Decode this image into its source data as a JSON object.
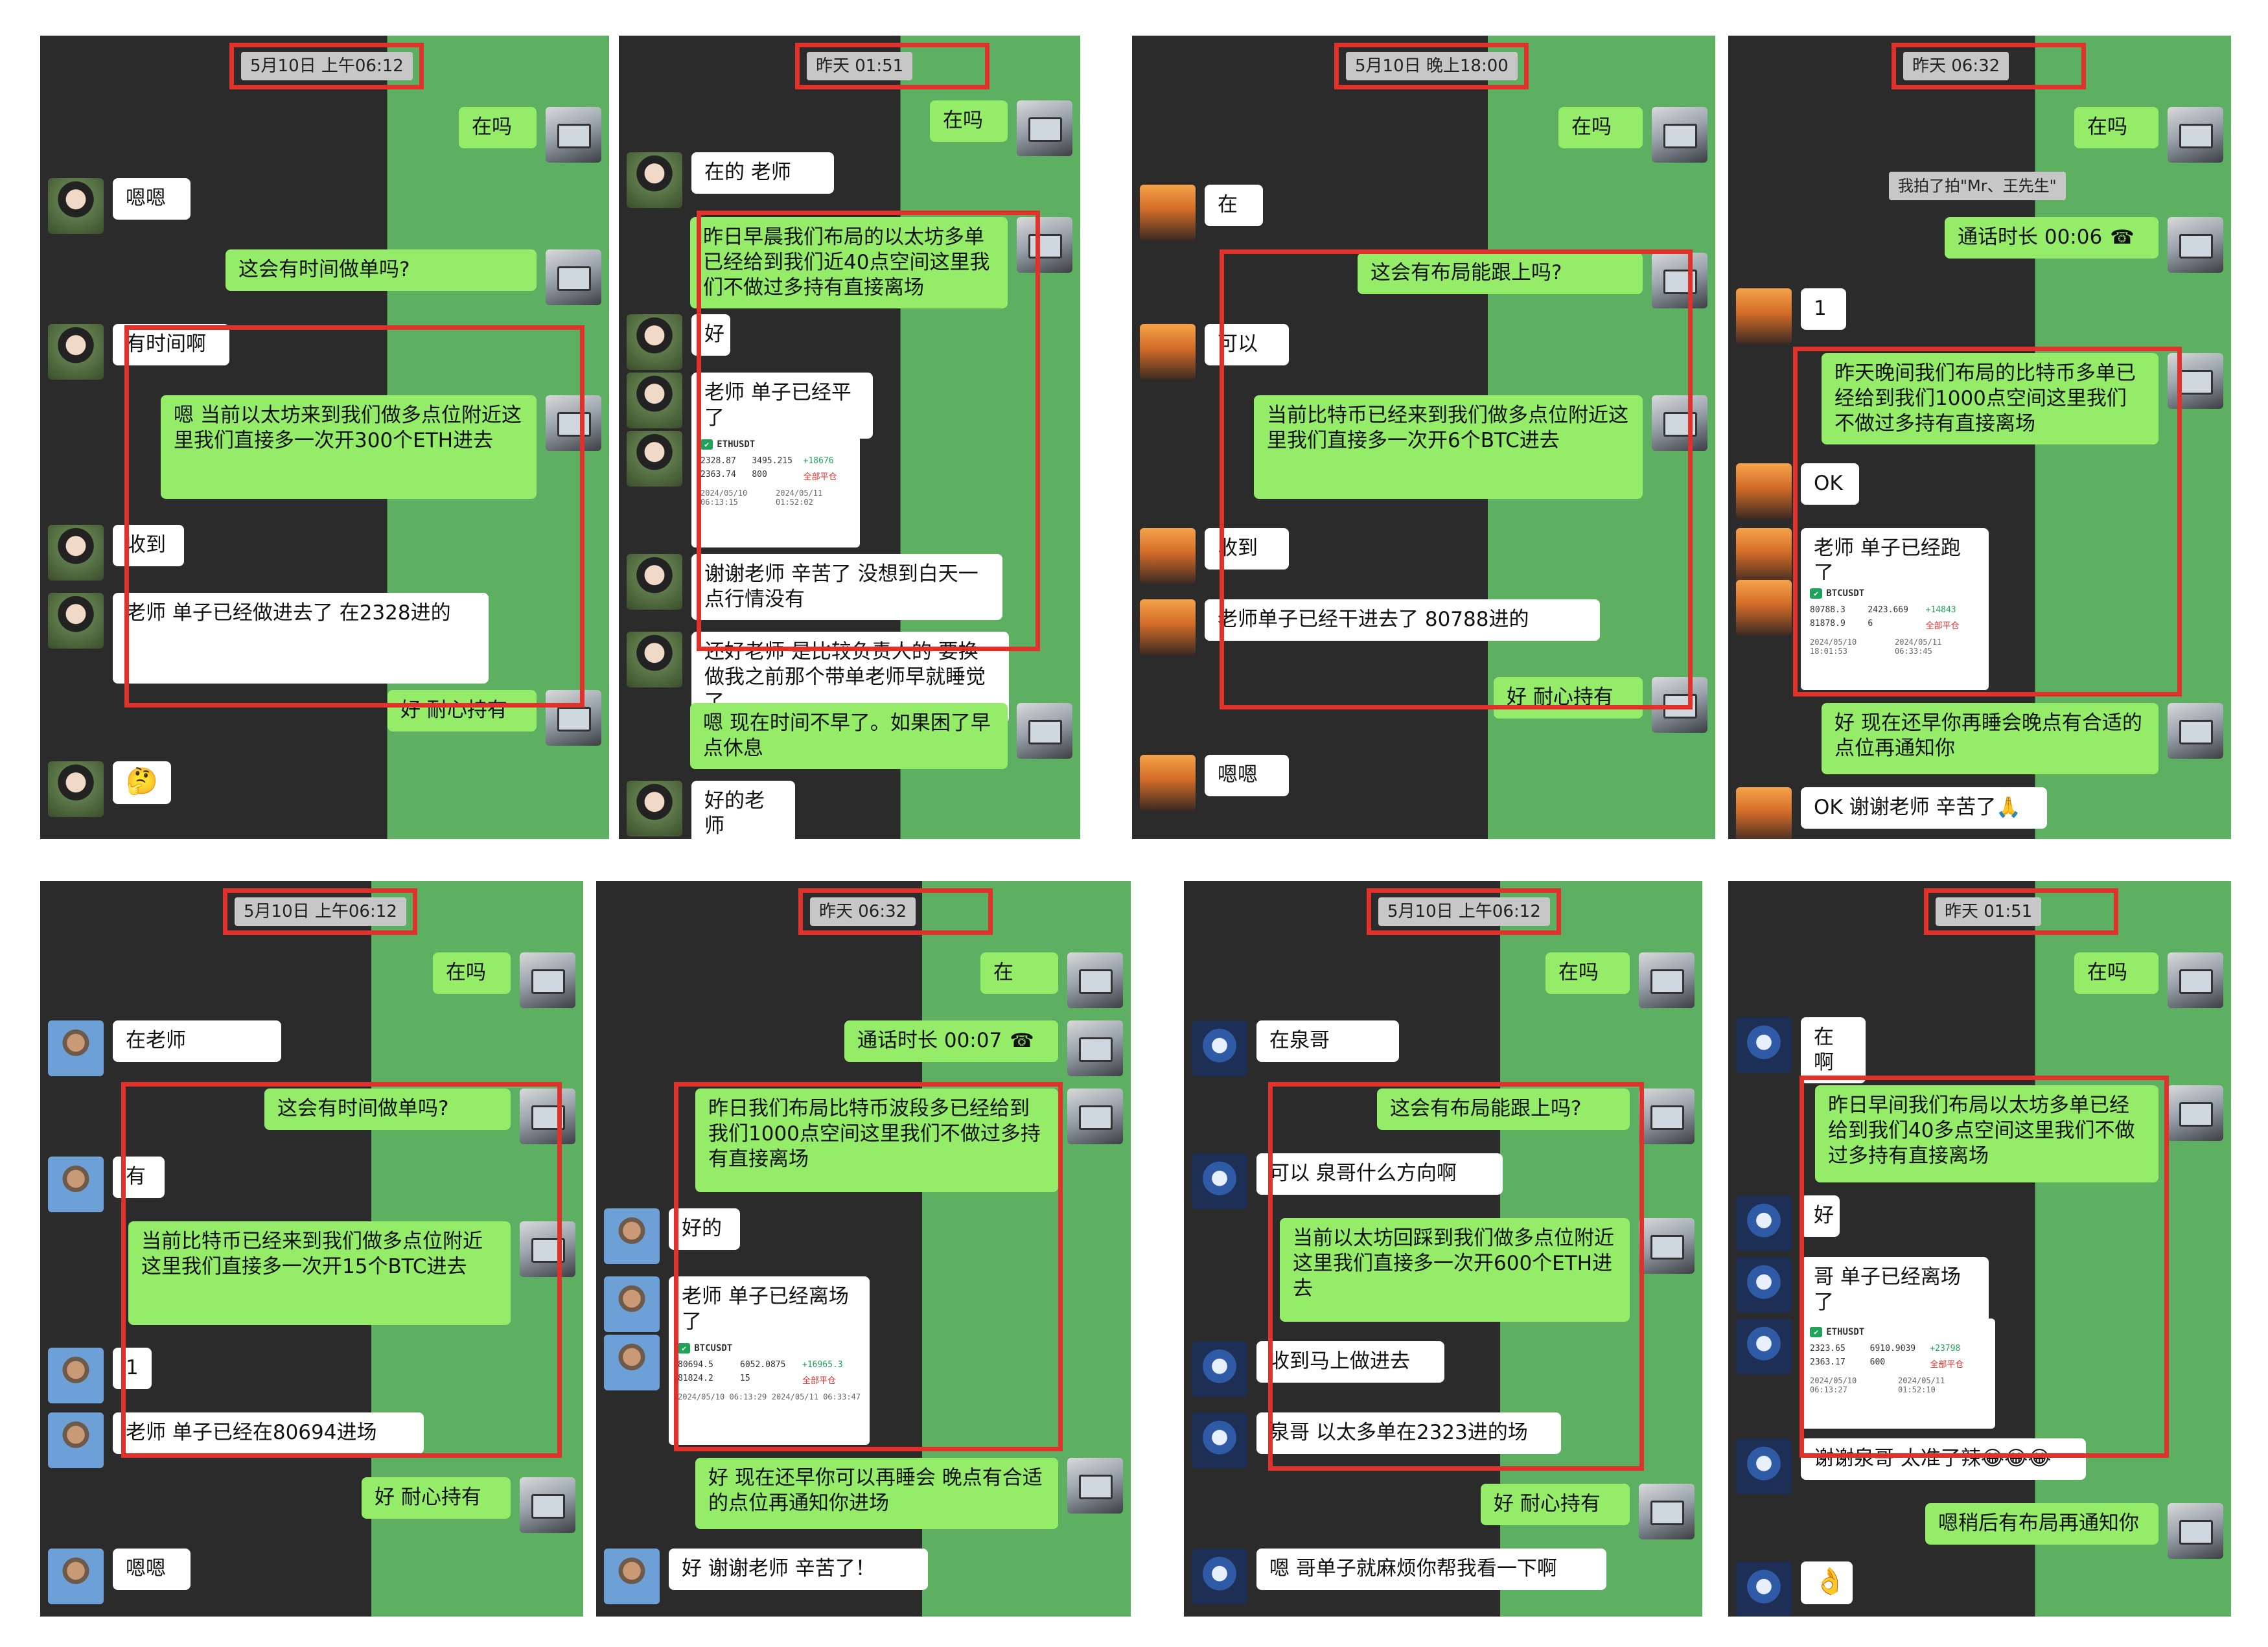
{
  "colors": {
    "dark": "#2b2b2b",
    "green_bg": "#5daf61",
    "bubble_self": "#95ec69",
    "bubble_other": "#ffffff",
    "highlight": "#e0312b"
  },
  "panels": [
    {
      "time": "5月10日 上午06:12",
      "messages": [
        {
          "side": "r",
          "text": "在吗"
        },
        {
          "side": "l",
          "text": "嗯嗯"
        },
        {
          "side": "r",
          "text": "这会有时间做单吗?"
        },
        {
          "side": "l",
          "text": "有时间啊"
        },
        {
          "side": "r",
          "text": "嗯 当前以太坊来到我们做多点位附近这里我们直接多一次开300个ETH进去"
        },
        {
          "side": "l",
          "text": "收到"
        },
        {
          "side": "l",
          "text": "老师 单子已经做进去了 在2328进的"
        },
        {
          "side": "r",
          "text": "好 耐心持有"
        },
        {
          "side": "l",
          "icon": "thinking-face-emoji",
          "glyph": "🤔"
        }
      ]
    },
    {
      "time": "昨天 01:51",
      "messages": [
        {
          "side": "r",
          "text": "在吗"
        },
        {
          "side": "l",
          "text": "在的 老师"
        },
        {
          "side": "r",
          "text": "昨日早晨我们布局的以太坊多单已经给到我们近40点空间这里我们不做过多持有直接离场"
        },
        {
          "side": "l",
          "text": "好"
        },
        {
          "side": "l",
          "text": "老师 单子已经平了"
        },
        {
          "side": "l",
          "shot": {
            "symbol": "ETHUSDT",
            "cells": [
              "2328.87",
              "3495.215",
              "+18676",
              "2363.74",
              "800",
              "全部平仓"
            ],
            "open": "2024/05/10 06:13:15",
            "close": "2024/05/11 01:52:02"
          }
        },
        {
          "side": "l",
          "text": "谢谢老师 辛苦了 没想到白天一点行情没有"
        },
        {
          "side": "l",
          "text": "还好老师 是比较负责人的 要换做我之前那个带单老师早就睡觉了"
        },
        {
          "side": "r",
          "text": "嗯 现在时间不早了。如果困了早点休息"
        },
        {
          "side": "l",
          "text": "好的老师"
        }
      ]
    },
    {
      "time": "5月10日 晚上18:00",
      "messages": [
        {
          "side": "r",
          "text": "在吗"
        },
        {
          "side": "l",
          "text": "在"
        },
        {
          "side": "r",
          "text": "这会有布局能跟上吗?"
        },
        {
          "side": "l",
          "text": "可以"
        },
        {
          "side": "r",
          "text": "当前比特币已经来到我们做多点位附近这里我们直接多一次开6个BTC进去"
        },
        {
          "side": "l",
          "text": "收到"
        },
        {
          "side": "l",
          "text": "老师单子已经干进去了 80788进的"
        },
        {
          "side": "r",
          "text": "好 耐心持有"
        },
        {
          "side": "l",
          "text": "嗯嗯"
        }
      ]
    },
    {
      "time": "昨天 06:32",
      "messages": [
        {
          "side": "r",
          "text": "在吗"
        },
        {
          "side": "sys",
          "text": "我拍了拍\"Mr、王先生\""
        },
        {
          "side": "r",
          "text": "通话时长 00:06",
          "icon": "phone-hangup-icon",
          "glyph": "☎"
        },
        {
          "side": "l",
          "text": "1"
        },
        {
          "side": "r",
          "text": "昨天晚间我们布局的比特币多单已经给到我们1000点空间这里我们不做过多持有直接离场"
        },
        {
          "side": "l",
          "text": "OK"
        },
        {
          "side": "l",
          "text": "老师 单子已经跑了"
        },
        {
          "side": "l",
          "shot": {
            "symbol": "BTCUSDT",
            "cells": [
              "80788.3",
              "2423.669",
              "+14843",
              "81878.9",
              "6",
              "全部平仓"
            ],
            "open": "2024/05/10 18:01:53",
            "close": "2024/05/11 06:33:45"
          }
        },
        {
          "side": "r",
          "text": "好 现在还早你再睡会晚点有合适的点位再通知你"
        },
        {
          "side": "l",
          "text": "OK 谢谢老师 辛苦了🙏"
        }
      ]
    },
    {
      "time": "5月10日 上午06:12",
      "messages": [
        {
          "side": "r",
          "text": "在吗"
        },
        {
          "side": "l",
          "text": "在老师"
        },
        {
          "side": "r",
          "text": "这会有时间做单吗?"
        },
        {
          "side": "l",
          "text": "有"
        },
        {
          "side": "r",
          "text": "当前比特币已经来到我们做多点位附近这里我们直接多一次开15个BTC进去"
        },
        {
          "side": "l",
          "text": "1"
        },
        {
          "side": "l",
          "text": "老师 单子已经在80694进场"
        },
        {
          "side": "r",
          "text": "好 耐心持有"
        },
        {
          "side": "l",
          "text": "嗯嗯"
        }
      ]
    },
    {
      "time": "昨天 06:32",
      "messages": [
        {
          "side": "r",
          "text": "在"
        },
        {
          "side": "r",
          "text": "通话时长 00:07",
          "icon": "phone-hangup-icon",
          "glyph": "☎"
        },
        {
          "side": "r",
          "text": "昨日我们布局比特币波段多已经给到我们1000点空间这里我们不做过多持有直接离场"
        },
        {
          "side": "l",
          "text": "好的"
        },
        {
          "side": "l",
          "text": "老师 单子已经离场了"
        },
        {
          "side": "l",
          "shot": {
            "symbol": "BTCUSDT",
            "cells": [
              "80694.5",
              "6052.0875",
              "+16965.3",
              "81824.2",
              "15",
              "全部平仓"
            ],
            "open": "2024/05/10 06:13:29",
            "close": "2024/05/11 06:33:47"
          }
        },
        {
          "side": "r",
          "text": "好 现在还早你可以再睡会 晚点有合适的点位再通知你进场"
        },
        {
          "side": "l",
          "text": "好 谢谢老师 辛苦了！"
        }
      ]
    },
    {
      "time": "5月10日 上午06:12",
      "messages": [
        {
          "side": "r",
          "text": "在吗"
        },
        {
          "side": "l",
          "text": "在泉哥"
        },
        {
          "side": "r",
          "text": "这会有布局能跟上吗?"
        },
        {
          "side": "l",
          "text": "可以 泉哥什么方向啊"
        },
        {
          "side": "r",
          "text": "当前以太坊回踩到我们做多点位附近这里我们直接多一次开600个ETH进去"
        },
        {
          "side": "l",
          "text": "收到马上做进去"
        },
        {
          "side": "l",
          "text": "泉哥 以太多单在2323进的场"
        },
        {
          "side": "r",
          "text": "好 耐心持有"
        },
        {
          "side": "l",
          "text": "嗯 哥单子就麻烦你帮我看一下啊"
        }
      ]
    },
    {
      "time": "昨天 01:51",
      "messages": [
        {
          "side": "r",
          "text": "在吗"
        },
        {
          "side": "l",
          "text": "在啊"
        },
        {
          "side": "r",
          "text": "昨日早间我们布局以太坊多单已经给到我们40多点空间这里我们不做过多持有直接离场"
        },
        {
          "side": "l",
          "text": "好"
        },
        {
          "side": "l",
          "text": "哥 单子已经离场了"
        },
        {
          "side": "l",
          "shot": {
            "symbol": "ETHUSDT",
            "cells": [
              "2323.65",
              "6910.9039",
              "+23798",
              "2363.17",
              "600",
              "全部平仓"
            ],
            "open": "2024/05/10 06:13:27",
            "close": "2024/05/11 01:52:10"
          }
        },
        {
          "side": "l",
          "text": "谢谢泉哥 太准了辣😂😂😂"
        },
        {
          "side": "r",
          "text": "嗯稍后有布局再通知你"
        },
        {
          "side": "l",
          "icon": "ok-hand-emoji",
          "glyph": "👌"
        }
      ]
    }
  ]
}
